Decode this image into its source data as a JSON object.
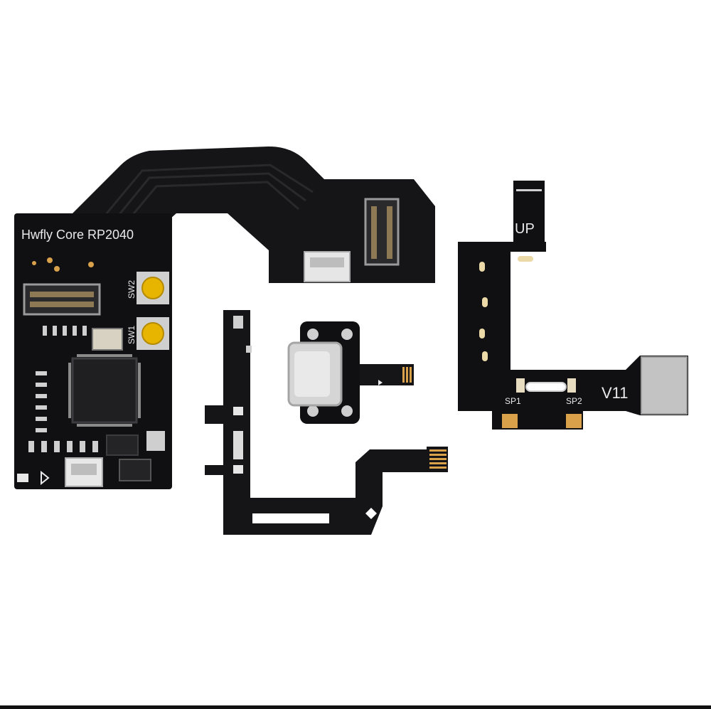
{
  "colors": {
    "background": "#ffffff",
    "pcb": "#101012",
    "flex": "#151517",
    "trace": "#262629",
    "silkscreen": "#e9e9e9",
    "gold": "#d9a24a",
    "button": "#e7b400",
    "connector": "#b8b8b8",
    "usb_shell": "#d5d5d5"
  },
  "main_board": {
    "label": "Hwfly Core RP2040",
    "switch_top_label": "SW2",
    "switch_bottom_label": "SW1"
  },
  "right_flex": {
    "up_label": "UP",
    "version_label": "V11",
    "pad_left_label": "SP1",
    "pad_right_label": "SP2"
  }
}
